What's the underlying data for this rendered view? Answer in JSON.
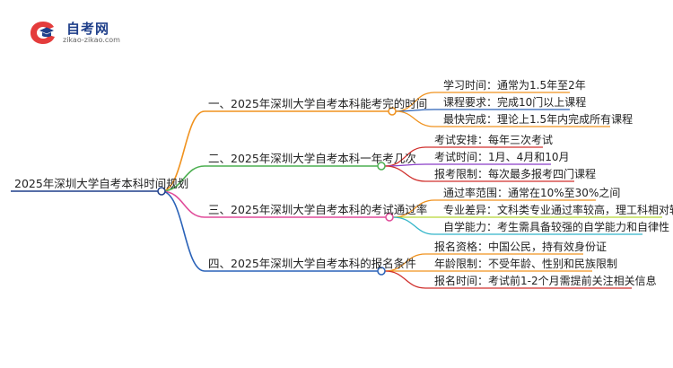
{
  "logo": {
    "title": "自考网",
    "url": "zikao-zikao.com"
  },
  "colors": {
    "root": "#1f3f8a",
    "b1": "#f0921e",
    "b2": "#4caf50",
    "b3": "#e04c9a",
    "b4": "#2a62b8",
    "l_orange": "#f0921e",
    "l_blue": "#2a62b8",
    "l_red": "#d0302d",
    "l_purple": "#8a3fc8",
    "l_lime": "#b8d636",
    "l_cyan": "#33b5c9"
  },
  "root": {
    "label": "2025年深圳大学自考本科时间规划"
  },
  "branches": [
    {
      "label": "一、2025年深圳大学自考本科能考完的时间",
      "leaves": [
        "学习时间：通常为1.5年至2年",
        "课程要求：完成10门以上课程",
        "最快完成：理论上1.5年内完成所有课程"
      ]
    },
    {
      "label": "二、2025年深圳大学自考本科一年考几次",
      "leaves": [
        "考试安排：每年三次考试",
        "考试时间：1月、4月和10月",
        "报考限制：每次最多报考四门课程"
      ]
    },
    {
      "label": "三、2025年深圳大学自考本科的考试通过率",
      "leaves": [
        "通过率范围：通常在10%至30%之间",
        "专业差异：文科类专业通过率较高，理工科相对较低",
        "自学能力：考生需具备较强的自学能力和自律性"
      ]
    },
    {
      "label": "四、2025年深圳大学自考本科的报名条件",
      "leaves": [
        "报名资格：中国公民，持有效身份证",
        "年龄限制：不受年龄、性别和民族限制",
        "报名时间：考试前1-2个月需提前关注相关信息"
      ]
    }
  ]
}
